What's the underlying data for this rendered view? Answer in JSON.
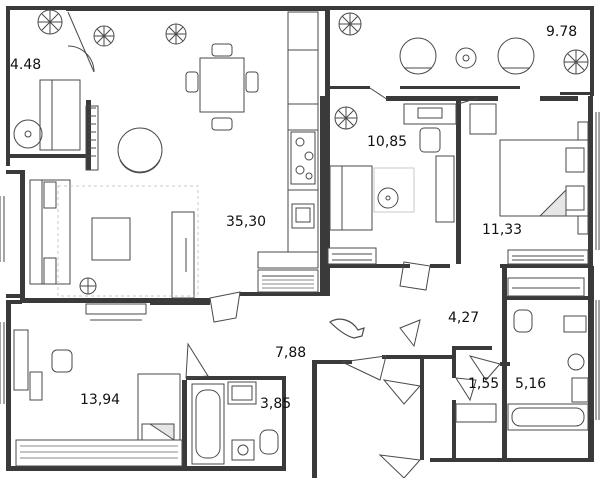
{
  "colors": {
    "wall": "#3a3a3a",
    "line": "#4a4a4a",
    "light": "#b8b8b8",
    "background": "#ffffff"
  },
  "rooms": [
    {
      "id": "loggia-left",
      "area": "4.48"
    },
    {
      "id": "loggia-right",
      "area": "9.78"
    },
    {
      "id": "living-kitchen",
      "area": "35,30"
    },
    {
      "id": "study",
      "area": "10,85"
    },
    {
      "id": "bedroom",
      "area": "11,33"
    },
    {
      "id": "hall",
      "area": "7,88"
    },
    {
      "id": "corridor",
      "area": "4,27"
    },
    {
      "id": "bedroom-2",
      "area": "13,94"
    },
    {
      "id": "bathroom",
      "area": "3,85"
    },
    {
      "id": "wardrobe",
      "area": "1,55"
    },
    {
      "id": "bathroom-2",
      "area": "5,16"
    }
  ],
  "icons": [
    "plant-icon",
    "sofa-icon",
    "armchair-icon",
    "dining-table-icon",
    "bed-icon",
    "bathtub-icon",
    "toilet-icon",
    "sink-icon",
    "washing-machine-icon",
    "desk-icon",
    "stove-icon",
    "whale-icon",
    "door-icon"
  ]
}
